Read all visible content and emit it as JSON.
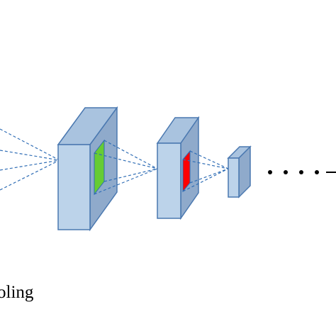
{
  "caption": {
    "text": "oling"
  },
  "colors": {
    "block_fill": "#bcd3ea",
    "block_side": "#8faacb",
    "block_top": "#a9c3df",
    "block_stroke": "#4a78b0",
    "connector_line": "#2f6db5",
    "feature_green": "#66cc33",
    "feature_red": "#ff0000",
    "arrow": "#000000"
  },
  "icons": {
    "continuation": "ellipsis-dots",
    "output": "arrow-right"
  }
}
